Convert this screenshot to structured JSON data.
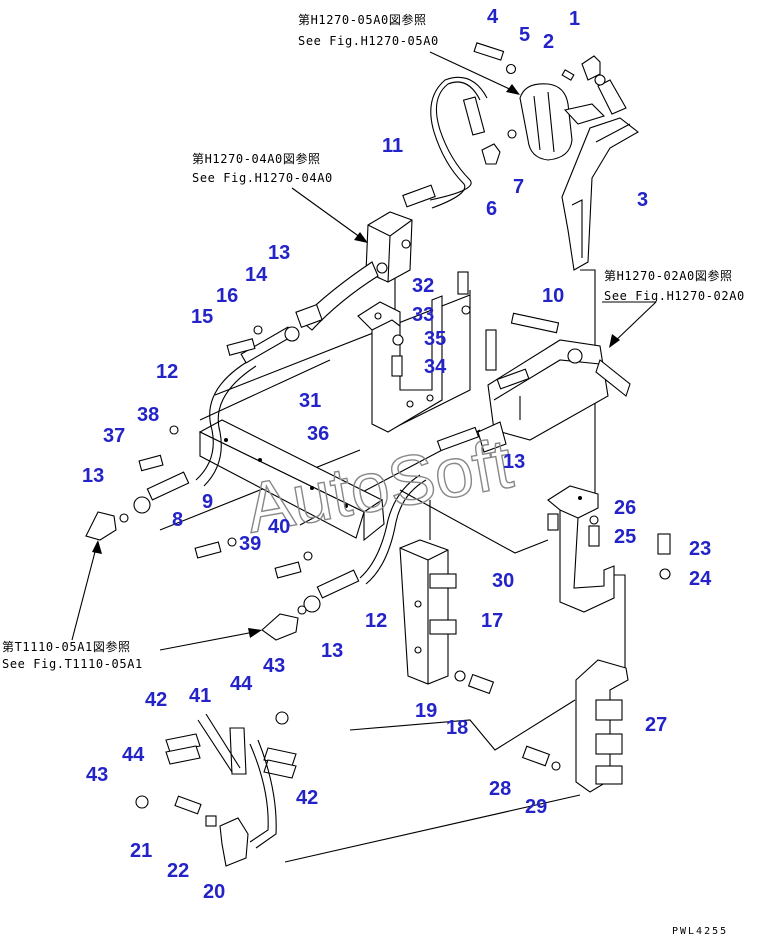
{
  "references": {
    "r1_jp": "第H1270-05A0図参照",
    "r1_en": "See Fig.H1270-05A0",
    "r2_jp": "第H1270-04A0図参照",
    "r2_en": "See Fig.H1270-04A0",
    "r3_jp": "第H1270-02A0図参照",
    "r3_en": "See Fig.H1270-02A0",
    "r4_jp": "第T1110-05A1図参照",
    "r4_en": "See Fig.T1110-05A1"
  },
  "watermark": "AutoSoft",
  "figure_code": "PWL4255",
  "part_numbers": [
    "1",
    "2",
    "3",
    "4",
    "5",
    "6",
    "7",
    "8",
    "9",
    "10",
    "11",
    "12",
    "12",
    "13",
    "13",
    "13",
    "13",
    "14",
    "15",
    "16",
    "17",
    "18",
    "19",
    "20",
    "21",
    "22",
    "23",
    "24",
    "25",
    "26",
    "27",
    "28",
    "29",
    "30",
    "31",
    "32",
    "33",
    "34",
    "35",
    "36",
    "37",
    "38",
    "39",
    "40",
    "41",
    "42",
    "42",
    "43",
    "43",
    "44",
    "44"
  ],
  "colors": {
    "callout": "#2323c8",
    "line": "#000000",
    "watermark": "#888888"
  }
}
